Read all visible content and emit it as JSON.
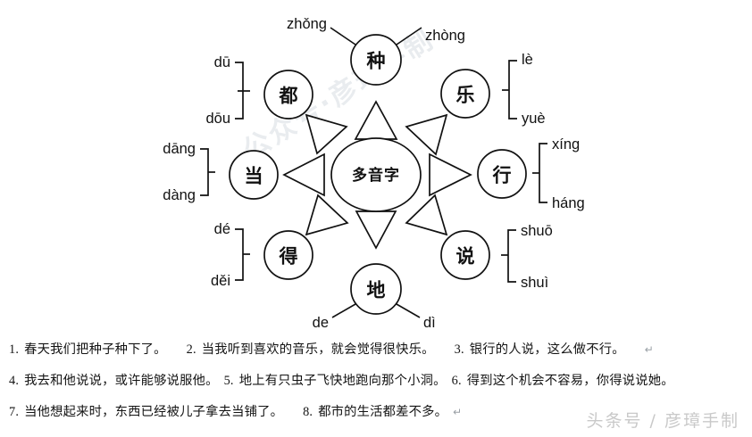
{
  "title": "多音字 mind map worksheet",
  "diagram": {
    "center": {
      "char": "多音字"
    },
    "nodes": [
      {
        "id": "zhong",
        "char": "种",
        "label_style": "diagonal",
        "readings": [
          "zhǒng",
          "zhòng"
        ]
      },
      {
        "id": "le",
        "char": "乐",
        "label_style": "bracket",
        "readings": [
          "lè",
          "yuè"
        ]
      },
      {
        "id": "xing",
        "char": "行",
        "label_style": "bracket",
        "readings": [
          "xíng",
          "háng"
        ]
      },
      {
        "id": "shuo",
        "char": "说",
        "label_style": "bracket",
        "readings": [
          "shuō",
          "shuì"
        ]
      },
      {
        "id": "di",
        "char": "地",
        "label_style": "diagonal",
        "readings": [
          "de",
          "dì"
        ]
      },
      {
        "id": "de",
        "char": "得",
        "label_style": "bracket",
        "readings": [
          "dé",
          "děi"
        ]
      },
      {
        "id": "dang",
        "char": "当",
        "label_style": "bracket",
        "readings": [
          "dāng",
          "dàng"
        ]
      },
      {
        "id": "dou",
        "char": "都",
        "label_style": "bracket",
        "readings": [
          "dū",
          "dōu"
        ]
      }
    ]
  },
  "sentences": {
    "line1": [
      {
        "num": "1.",
        "text": "春天我们把种子种下了。"
      },
      {
        "num": "2.",
        "text": "当我听到喜欢的音乐，就会觉得很快乐。"
      },
      {
        "num": "3.",
        "text": "银行的人说，这么做不行。"
      }
    ],
    "line2": [
      {
        "num": "4.",
        "text": "我去和他说说，或许能够说服他。"
      },
      {
        "num": "5.",
        "text": "地上有只虫子飞快地跑向那个小洞。"
      },
      {
        "num": "6.",
        "text": "得到这个机会不容易，你得说说她。"
      }
    ],
    "line3": [
      {
        "num": "7.",
        "text": "当他想起来时，东西已经被儿子拿去当铺了。"
      },
      {
        "num": "8.",
        "text": "都市的生活都差不多。"
      }
    ],
    "paragraph_mark": "↵"
  },
  "watermarks": {
    "diagonal": "公众号·彦璋手制",
    "corner": "头条号 / 彦璋手制"
  },
  "colors": {
    "ink": "#111111",
    "paper": "#ffffff",
    "watermark": "#e9ecef",
    "corner_watermark": "#c9c9c9"
  }
}
